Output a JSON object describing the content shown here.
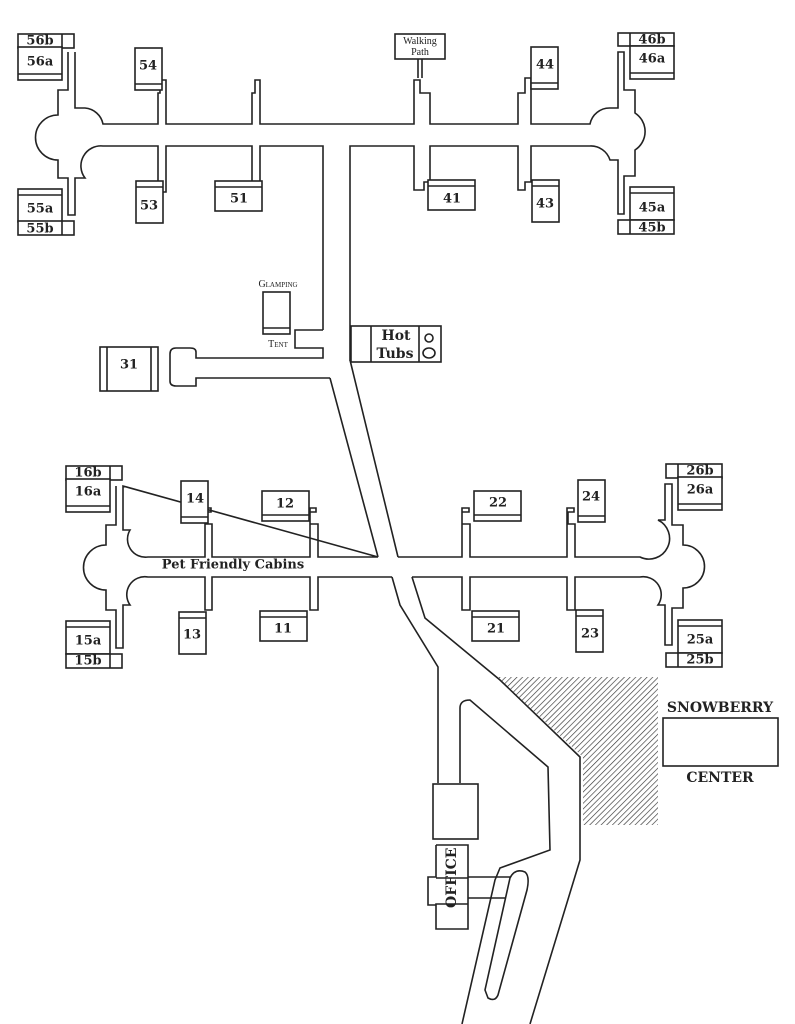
{
  "map": {
    "line_color": "#222222",
    "cabins": {
      "c56b": "56b",
      "c56a": "56a",
      "c54": "54",
      "c44": "44",
      "c46b": "46b",
      "c46a": "46a",
      "c55a": "55a",
      "c55b": "55b",
      "c53": "53",
      "c51": "51",
      "c41": "41",
      "c43": "43",
      "c45a": "45a",
      "c45b": "45b",
      "c31": "31",
      "c16b": "16b",
      "c16a": "16a",
      "c14": "14",
      "c12": "12",
      "c22": "22",
      "c24": "24",
      "c26b": "26b",
      "c26a": "26a",
      "c13": "13",
      "c11": "11",
      "c21": "21",
      "c23": "23",
      "c15a": "15a",
      "c15b": "15b",
      "c25a": "25a",
      "c25b": "25b"
    },
    "walking_path": [
      "Walking",
      "Path"
    ],
    "glamping": "Glamping",
    "tent": "Tent",
    "hot_tubs": [
      "Hot",
      "Tubs"
    ],
    "pet_friendly": "Pet Friendly Cabins",
    "snowberry": "SNOWBERRY",
    "center": "CENTER",
    "office": "OFFICE"
  }
}
